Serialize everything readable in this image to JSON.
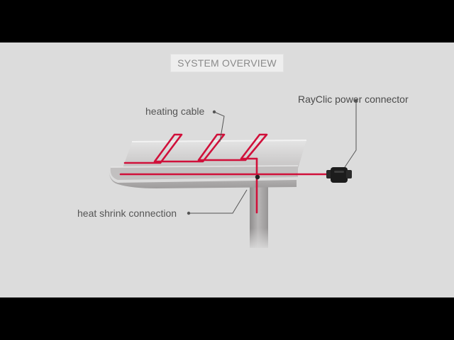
{
  "title": "SYSTEM OVERVIEW",
  "callouts": {
    "heating_cable": "heating cable",
    "power_connector": "RayClic power connector",
    "heat_shrink": "heat shrink connection"
  },
  "colors": {
    "background": "#dcdcdc",
    "letterbox": "#000000",
    "cable": "#d0103a",
    "gutter": "#b9b7b7",
    "downpipe": "#a6a4a4",
    "connector": "#1c1c1c",
    "leader": "#555555"
  }
}
